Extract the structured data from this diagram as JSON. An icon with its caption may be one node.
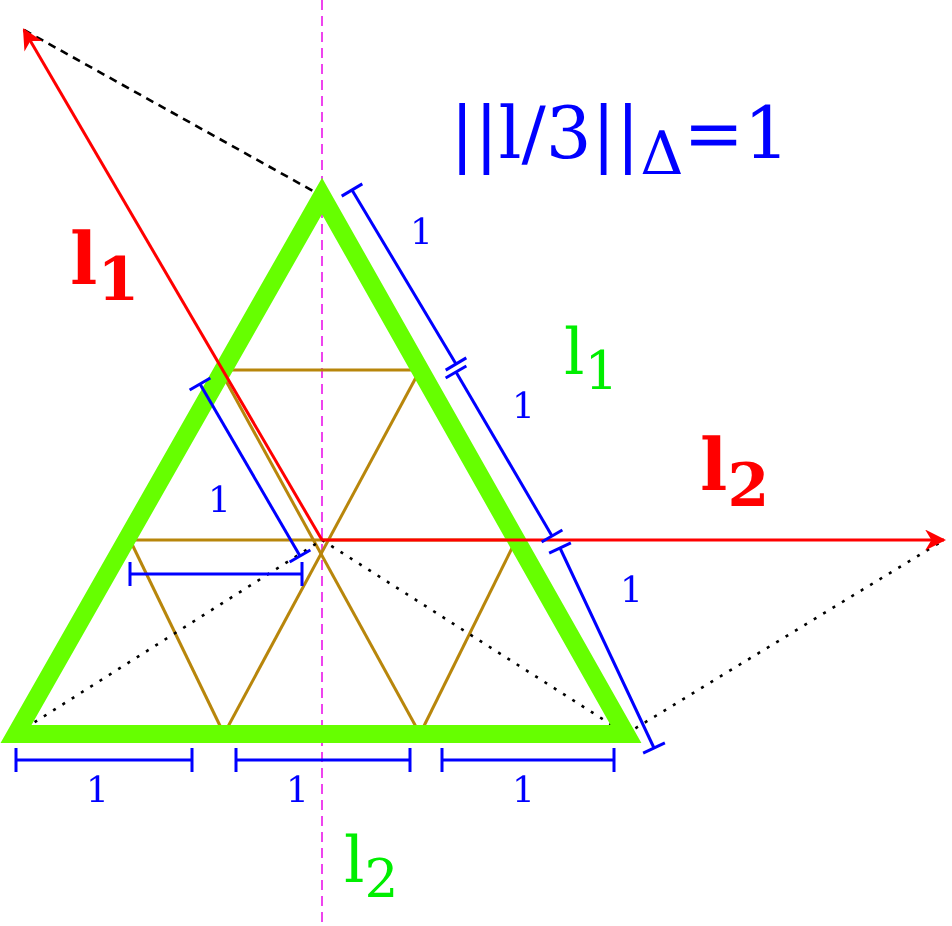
{
  "diagram": {
    "labels": [
      "||l/3||$_{Δ}$=1",
      "1",
      "l$_{1}$",
      "l$_{1}$",
      "1",
      "l$_{2}$",
      "1",
      "1",
      "1",
      "1",
      "1",
      "l$_{2}$"
    ]
  }
}
